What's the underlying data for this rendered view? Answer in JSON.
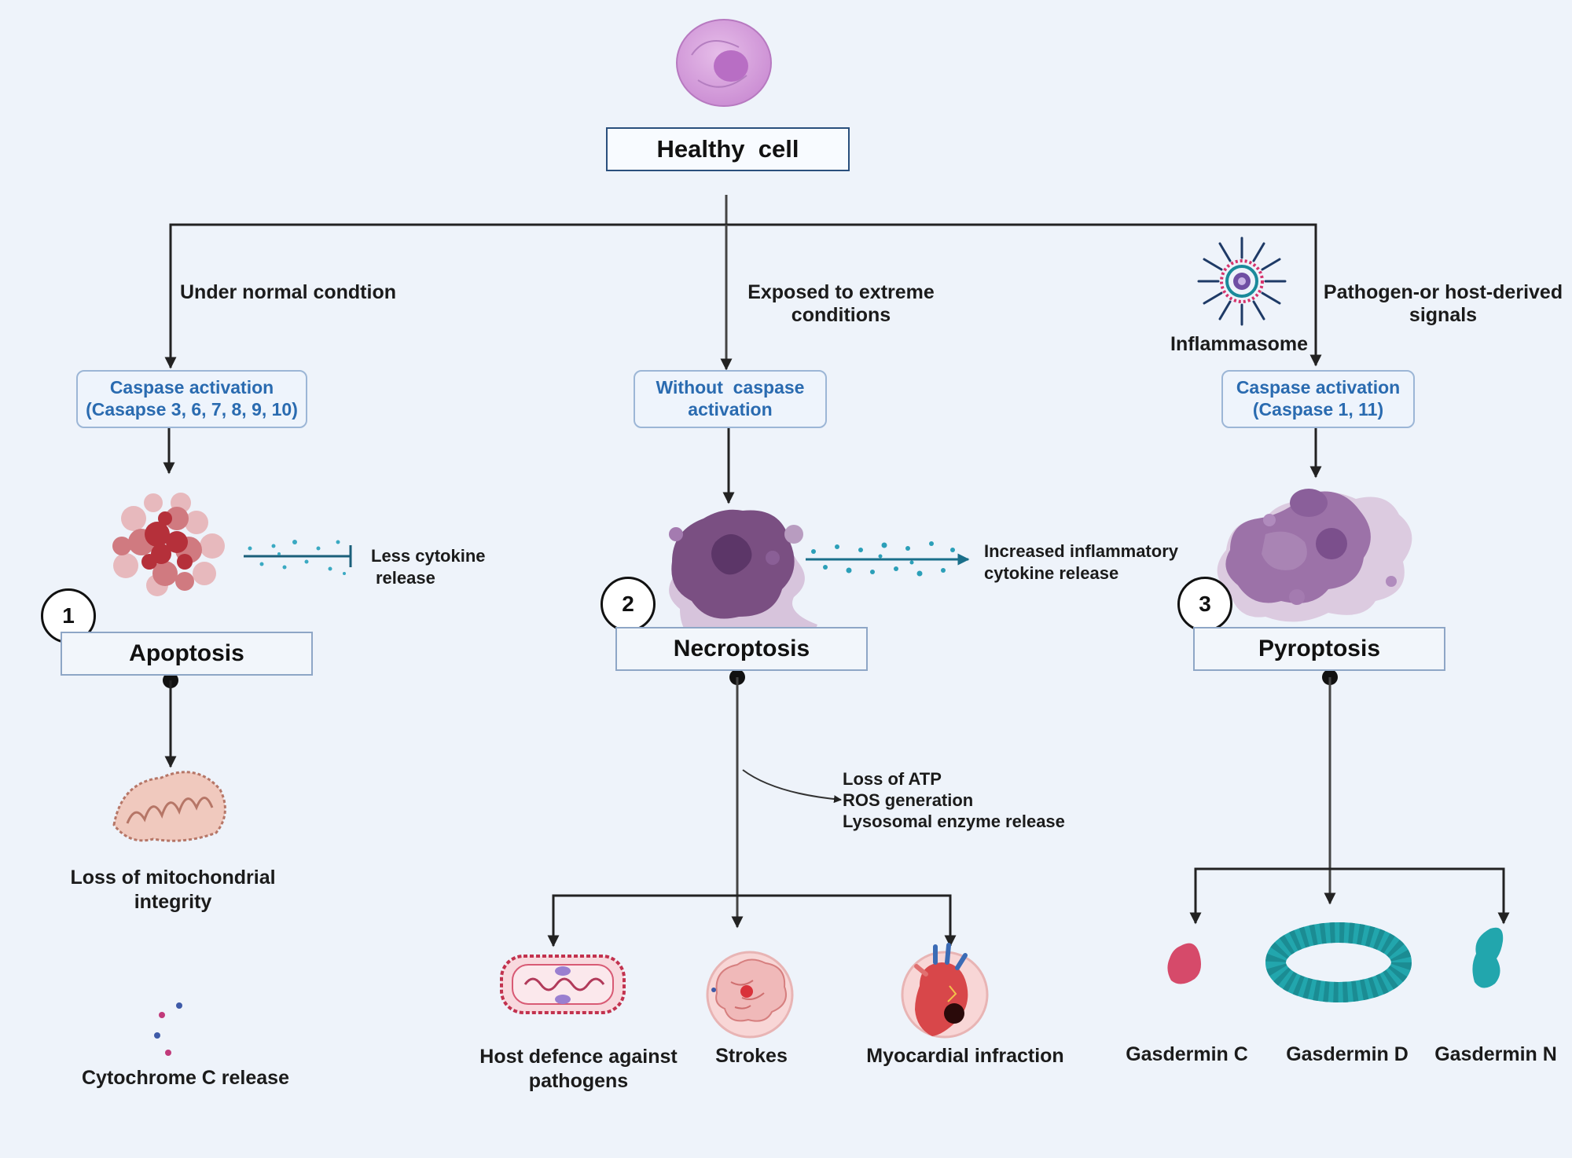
{
  "root": {
    "label": "Healthy  cell"
  },
  "branches": {
    "apoptosis": {
      "condition": "Under normal condtion",
      "activation": [
        "Caspase activation",
        "(Casapse 3, 6, 7, 8, 9, 10)"
      ],
      "number": "1",
      "stage": "Apoptosis",
      "cytokine": [
        "Less cytokine",
        "release"
      ],
      "effects": [
        "Loss of mitochondrial",
        "integrity"
      ],
      "final": "Cytochrome C release"
    },
    "necroptosis": {
      "condition": [
        "Exposed to extreme",
        "conditions"
      ],
      "activation": [
        "Without  caspase",
        "activation"
      ],
      "number": "2",
      "stage": "Necroptosis",
      "cytokine": [
        "Increased inflammatory",
        "cytokine release"
      ],
      "consequences": [
        "Loss of ATP",
        "ROS generation",
        "Lysosomal enzyme release"
      ],
      "outcomes": [
        "Host defence against",
        "pathogens",
        "Strokes",
        "Myocardial infraction"
      ]
    },
    "pyroptosis": {
      "trigger": "Inflammasome",
      "condition": [
        "Pathogen-or host-derived",
        "signals"
      ],
      "activation": [
        "Caspase activation",
        "(Caspase 1, 11)"
      ],
      "number": "3",
      "stage": "Pyroptosis",
      "outcomes": [
        "Gasdermin C",
        "Gasdermin D",
        "Gasdermin N"
      ]
    }
  },
  "colors": {
    "background": "#eef3fa",
    "box_border": "#2a4f7c",
    "caspase_text": "#2a6bb0",
    "apoptotic_cell": "#b5303a",
    "necrotic_cell": "#7a4f82",
    "pyroptotic_cell": "#9c72a8",
    "healthy_cell": "#d9a6df",
    "gasdermin": "#22a6ad",
    "cytokine_dots": "#2b9fb8"
  }
}
